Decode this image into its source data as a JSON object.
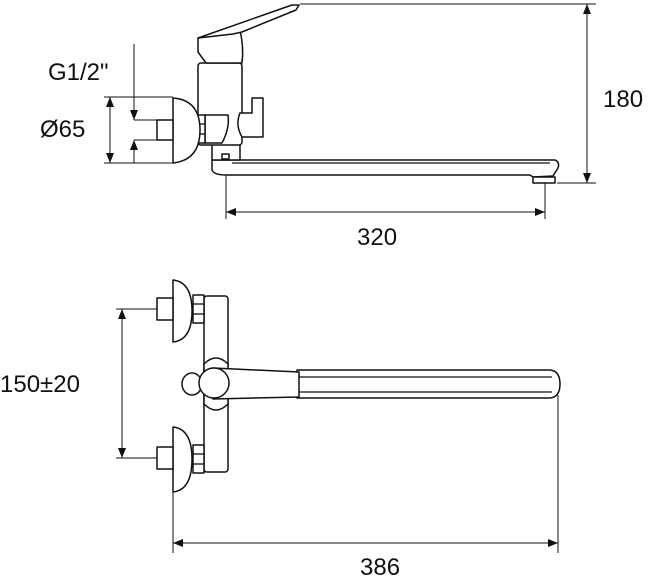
{
  "diagram": {
    "top_view": {
      "dimensions": {
        "height": "180",
        "spout_reach": "320",
        "escutcheon_diameter": "Ø65",
        "thread": "G1/2\""
      }
    },
    "front_view": {
      "dimensions": {
        "inlet_spacing": "150±20",
        "overall_length": "386"
      }
    },
    "colors": {
      "line": "#111111",
      "background": "#ffffff"
    }
  }
}
